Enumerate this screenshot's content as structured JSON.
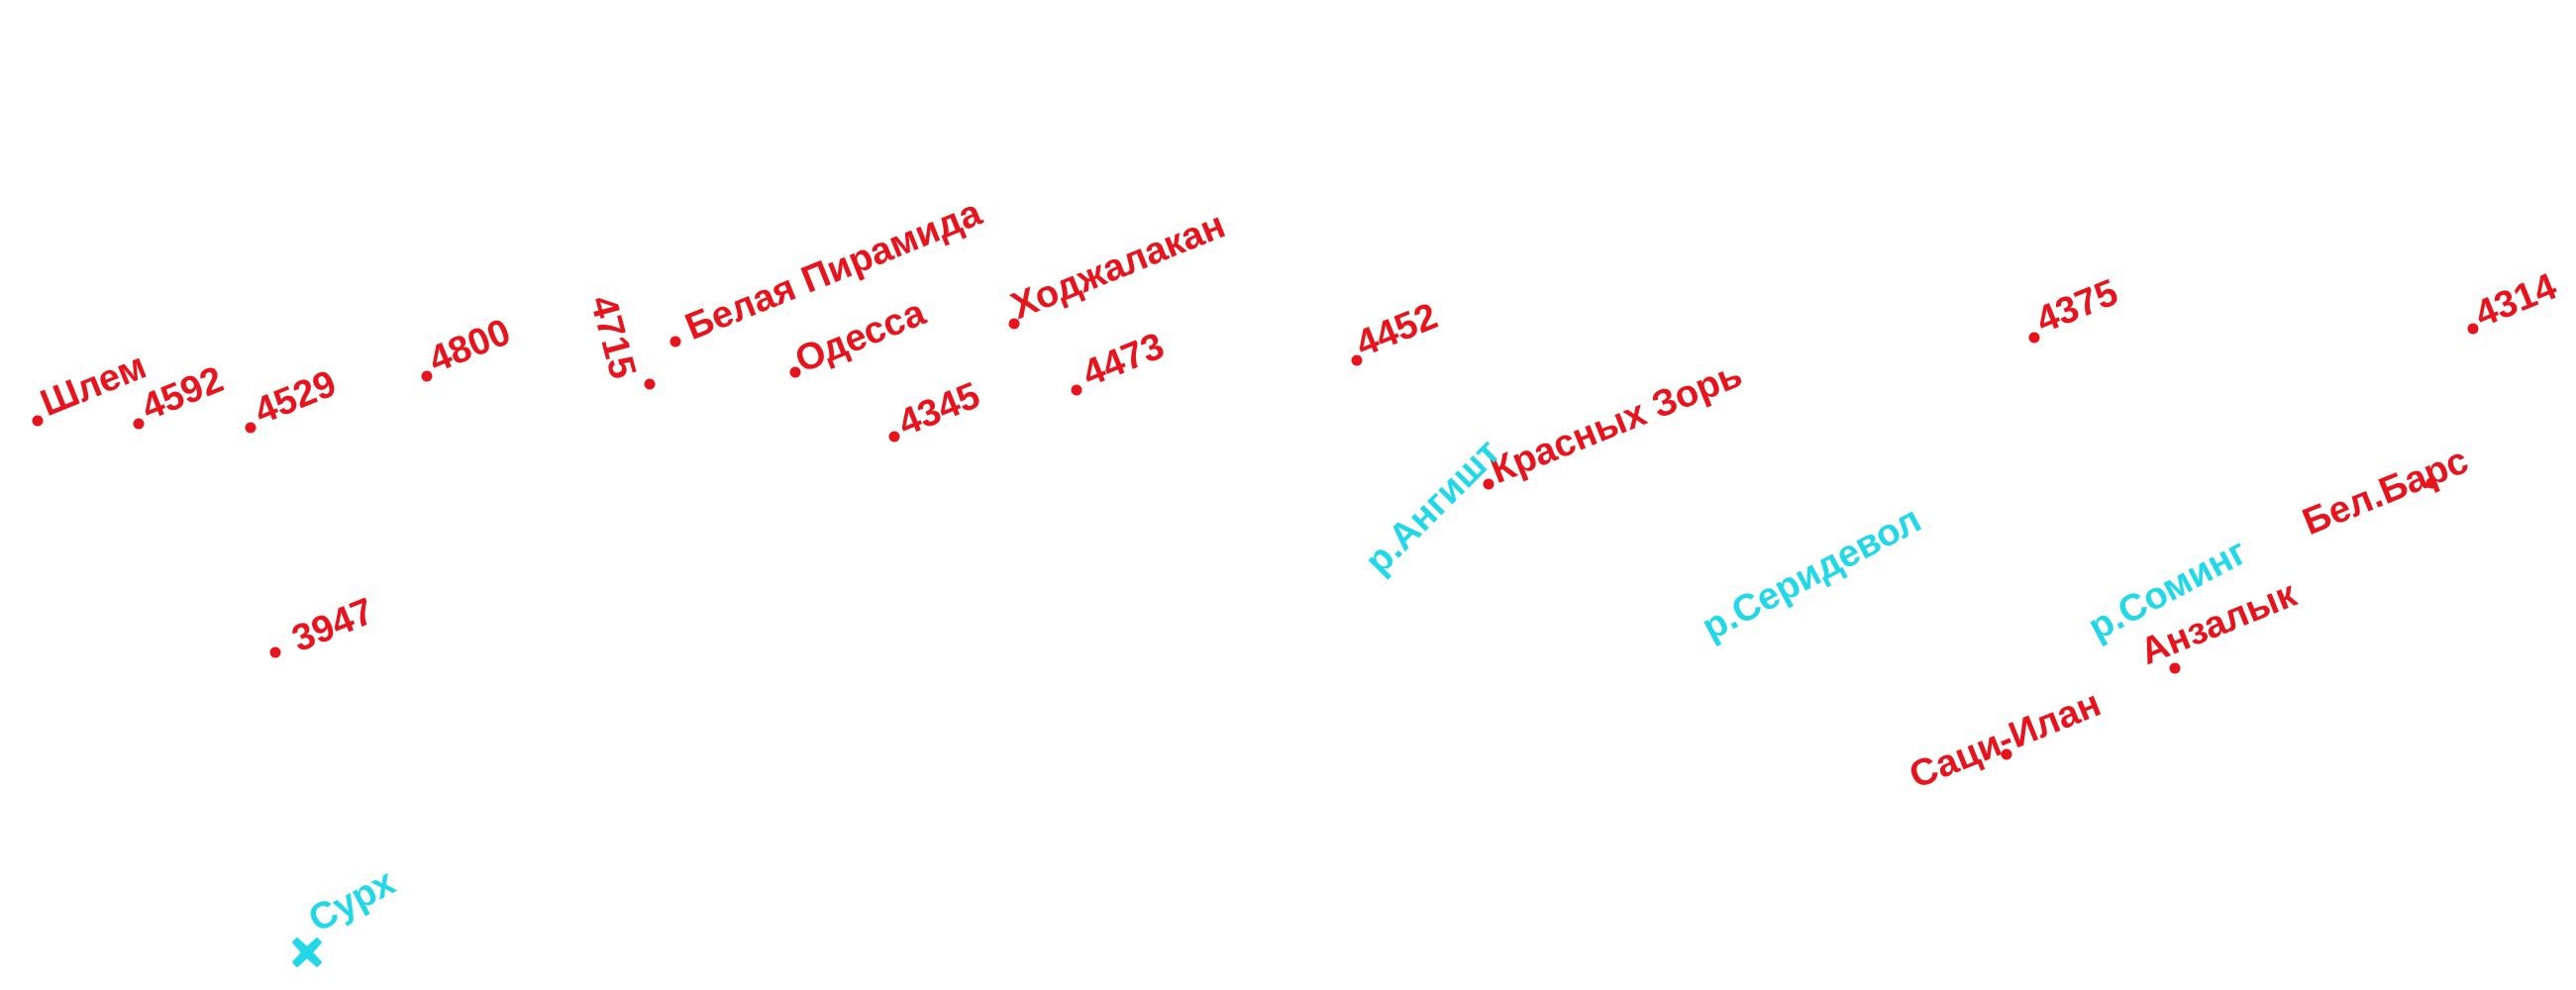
{
  "map": {
    "colors": {
      "peak": "#e8141d",
      "water": "#22d8e8",
      "background": "#ffffff"
    },
    "peaks": [
      {
        "label": "Шлем"
      },
      {
        "label": "4592"
      },
      {
        "label": "4529"
      },
      {
        "label": "4800"
      },
      {
        "label": "4715"
      },
      {
        "label": "Белая Пирамида"
      },
      {
        "label": "Одесса"
      },
      {
        "label": "4345"
      },
      {
        "label": "Ходжалакан"
      },
      {
        "label": "4473"
      },
      {
        "label": "4452"
      },
      {
        "label": "Красных Зорь"
      },
      {
        "label": "4375"
      },
      {
        "label": "4314"
      },
      {
        "label": "Бел.Барс"
      },
      {
        "label": "Анзалык"
      },
      {
        "label": "Саци-Илан"
      },
      {
        "label": "3947"
      }
    ],
    "water_labels": [
      {
        "label": "р.Ангишт"
      },
      {
        "label": "р.Серидевол"
      },
      {
        "label": "р.Соминг"
      }
    ],
    "spring": {
      "label": "Сурх",
      "icon": "spring-cross-icon"
    }
  }
}
